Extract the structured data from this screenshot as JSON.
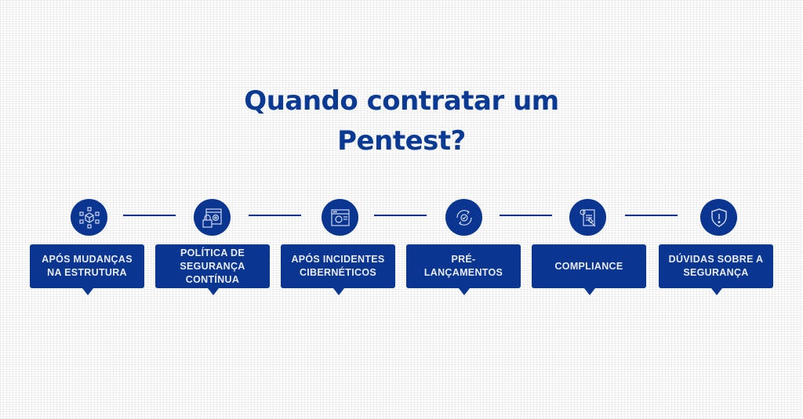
{
  "title": {
    "line1": "Quando contratar um",
    "line2": "Pentest?"
  },
  "colors": {
    "primary": "#0a3590",
    "title": "#0b3a94",
    "box_text": "#e8ecf6"
  },
  "steps": [
    {
      "icon": "network-structure-icon",
      "label": "APÓS MUDANÇAS\nNA ESTRUTURA"
    },
    {
      "icon": "security-policy-lock-gear-icon",
      "label": "POLÍTICA DE\nSEGURANÇA\nCONTÍNUA"
    },
    {
      "icon": "cyber-incident-browser-icon",
      "label": "APÓS INCIDENTES\nCIBERNÉTICOS"
    },
    {
      "icon": "prelaunch-cycle-check-icon",
      "label": "PRÉ-\nLANÇAMENTOS"
    },
    {
      "icon": "compliance-clipboard-gavel-icon",
      "label": "COMPLIANCE"
    },
    {
      "icon": "shield-alert-icon",
      "label": "DÚVIDAS SOBRE A\nSEGURANÇA"
    }
  ]
}
